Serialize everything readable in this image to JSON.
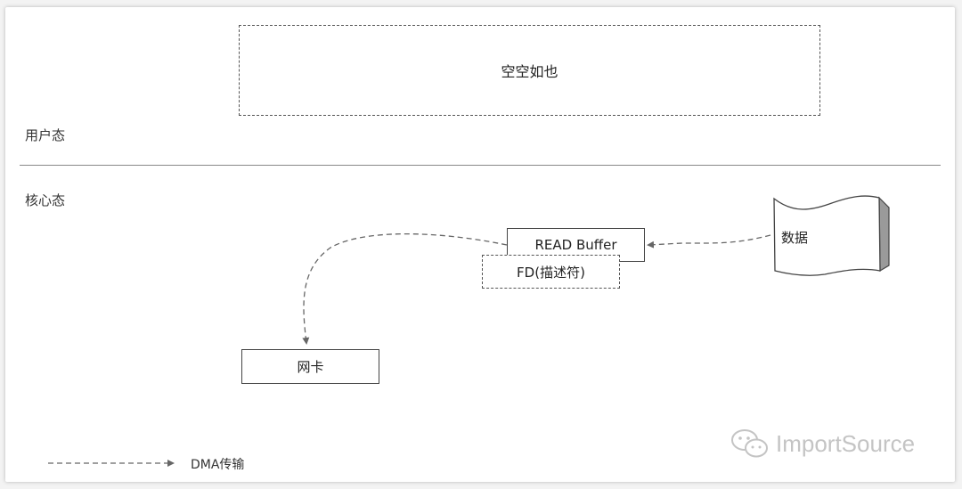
{
  "layers": {
    "user": "用户态",
    "kernel": "核心态"
  },
  "nodes": {
    "user_space": "空空如也",
    "read_buffer": "READ Buffer",
    "fd": "FD(描述符)",
    "nic": "网卡",
    "data": "数据"
  },
  "legend": {
    "dma_label": "DMA传输"
  },
  "watermark": {
    "text": "ImportSource"
  },
  "colors": {
    "line": "#666666",
    "border": "#444444",
    "watermark": "#c4c4c4",
    "paper_side": "#9a9a9a"
  }
}
